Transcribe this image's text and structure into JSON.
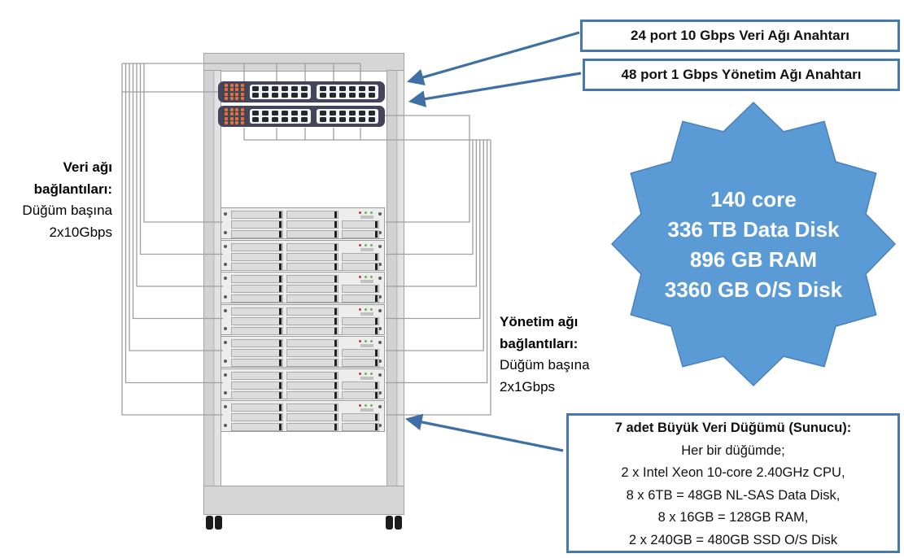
{
  "switch_labels": {
    "data_switch": "24 port 10 Gbps Veri Ağı Anahtarı",
    "mgmt_switch": "48 port 1 Gbps Yönetim Ağı Anahtarı"
  },
  "summary_star": {
    "lines": [
      "140 core",
      "336 TB Data Disk",
      "896 GB RAM",
      "3360 GB O/S Disk"
    ],
    "fill_color": "#5B9BD5"
  },
  "data_network_note": {
    "heading_lines": [
      "Veri ağı",
      "bağlantıları:"
    ],
    "detail_lines": [
      "Düğüm başına",
      "2x10Gbps"
    ]
  },
  "mgmt_network_note": {
    "heading_lines": [
      "Yönetim ağı",
      "bağlantıları:"
    ],
    "detail_lines": [
      "Düğüm başına",
      "2x1Gbps"
    ]
  },
  "server_note": {
    "heading": "7 adet Büyük Veri Düğümü (Sunucu):",
    "lines": [
      "Her bir düğümde;",
      "2 x Intel Xeon 10-core 2.40GHz CPU,",
      "8 x 6TB = 48GB NL-SAS Data Disk,",
      "8 x 16GB = 128GB RAM,",
      "2 x 240GB = 480GB SSD O/S Disk"
    ]
  },
  "rack": {
    "switches": 2,
    "servers": 7,
    "port_groups_per_switch": 2,
    "ports_per_group": 6
  },
  "colors": {
    "accent_blue": "#3E6FA5",
    "box_border_blue": "#4678AE",
    "star_blue": "#5B9BD5",
    "wire_gray": "#9E9E9E",
    "switch_body": "#45455A",
    "switch_led_orange": "#E2703A"
  }
}
